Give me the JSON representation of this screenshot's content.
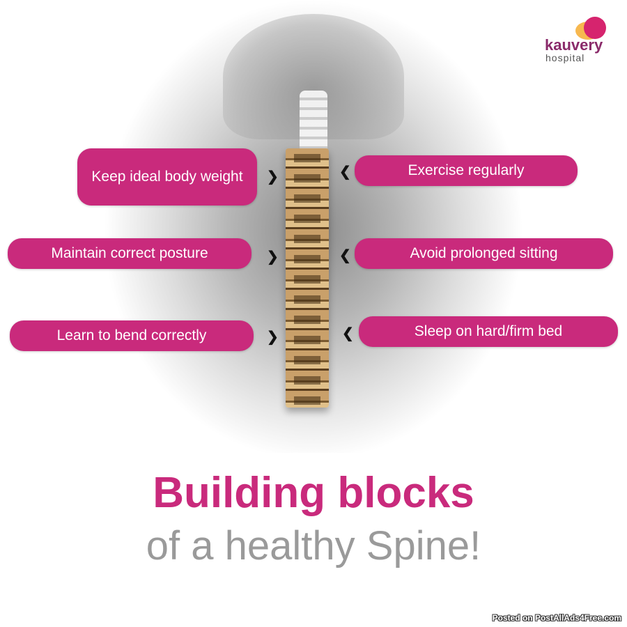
{
  "logo": {
    "brand": "kauvery",
    "sub": "hospital"
  },
  "tips_left": [
    "Keep ideal body weight",
    "Maintain correct posture",
    "Learn to bend correctly"
  ],
  "tips_right": [
    "Exercise regularly",
    "Avoid prolonged sitting",
    "Sleep on hard/firm bed"
  ],
  "headline": {
    "line1": "Building blocks",
    "line2": "of a healthy Spine!"
  },
  "watermark": "Posted on PostAllAds4Free.com",
  "colors": {
    "accent": "#c92a7c",
    "subtext": "#9a9a9a"
  }
}
